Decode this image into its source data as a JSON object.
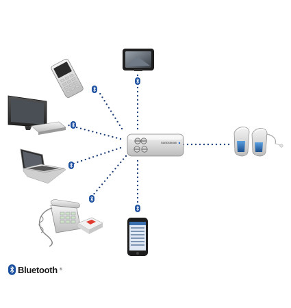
{
  "hub": {
    "name": "streamer",
    "brand_label": "Sonicstream"
  },
  "devices": [
    {
      "id": "mobile-phone",
      "icon": "mobile-phone-icon"
    },
    {
      "id": "gps-navigator",
      "icon": "gps-navigator-icon"
    },
    {
      "id": "television",
      "icon": "tv-icon"
    },
    {
      "id": "laptop",
      "icon": "laptop-icon"
    },
    {
      "id": "landline-phone",
      "icon": "landline-phone-icon"
    },
    {
      "id": "smartphone",
      "icon": "smartphone-icon"
    },
    {
      "id": "hearing-aids",
      "icon": "hearing-aids-icon"
    }
  ],
  "connection": {
    "symbol": "bluetooth-icon"
  },
  "colors": {
    "dots": "#1f3f7a",
    "bluetooth": "#1b4fa0"
  },
  "footer": {
    "logo_text": "Bluetooth",
    "logo_tm": "®"
  }
}
